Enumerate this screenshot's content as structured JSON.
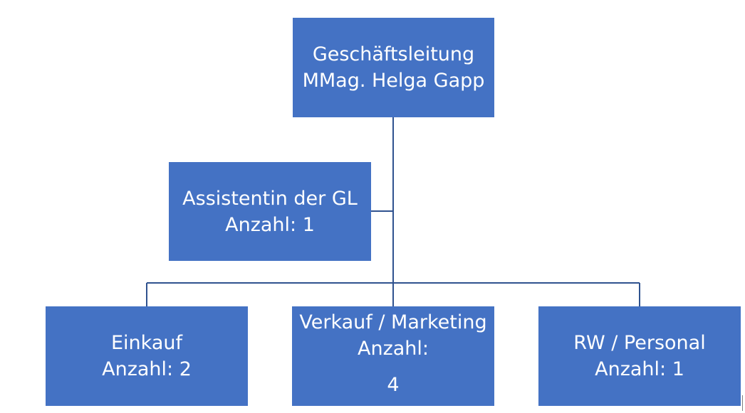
{
  "diagram": {
    "nodes": [
      {
        "id": "gl",
        "lines": [
          "Geschäftsleitung",
          "MMag. Helga Gapp"
        ]
      },
      {
        "id": "assistenz",
        "lines": [
          "Assistentin der GL",
          "Anzahl: 1"
        ]
      },
      {
        "id": "einkauf",
        "lines": [
          "Einkauf",
          "Anzahl: 2"
        ]
      },
      {
        "id": "verkauf",
        "lines": [
          "Verkauf / Marketing",
          "Anzahl:",
          "4"
        ]
      },
      {
        "id": "rw",
        "lines": [
          "RW / Personal",
          "Anzahl: 1"
        ]
      }
    ],
    "edges": [
      {
        "from": "gl",
        "to": "assistenz",
        "type": "assistant"
      },
      {
        "from": "gl",
        "to": "einkauf"
      },
      {
        "from": "gl",
        "to": "verkauf"
      },
      {
        "from": "gl",
        "to": "rw"
      }
    ],
    "colors": {
      "box_fill": "#4472c4",
      "box_text": "#ffffff",
      "connector": "#2f528f"
    }
  }
}
